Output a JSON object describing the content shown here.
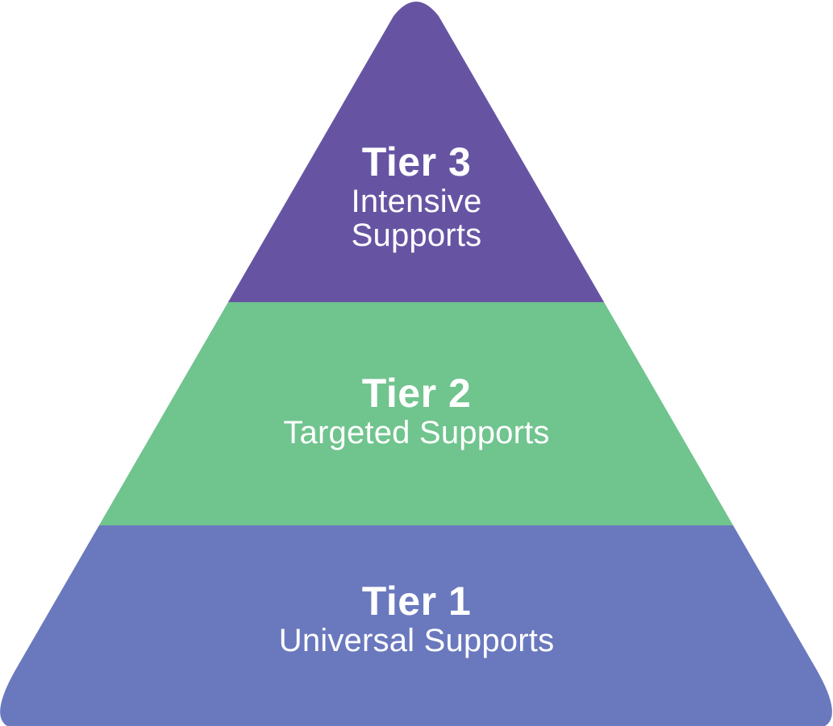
{
  "diagram": {
    "type": "pyramid",
    "text_color": "#ffffff",
    "tiers": [
      {
        "id": "tier-3",
        "label": "Tier 3",
        "sublabel": "Intensive Supports",
        "color": "#6654a3",
        "position": "top"
      },
      {
        "id": "tier-2",
        "label": "Tier 2",
        "sublabel": "Targeted Supports",
        "color": "#70c48e",
        "position": "middle"
      },
      {
        "id": "tier-1",
        "label": "Tier 1",
        "sublabel": "Universal Supports",
        "color": "#6a79be",
        "position": "bottom"
      }
    ]
  }
}
